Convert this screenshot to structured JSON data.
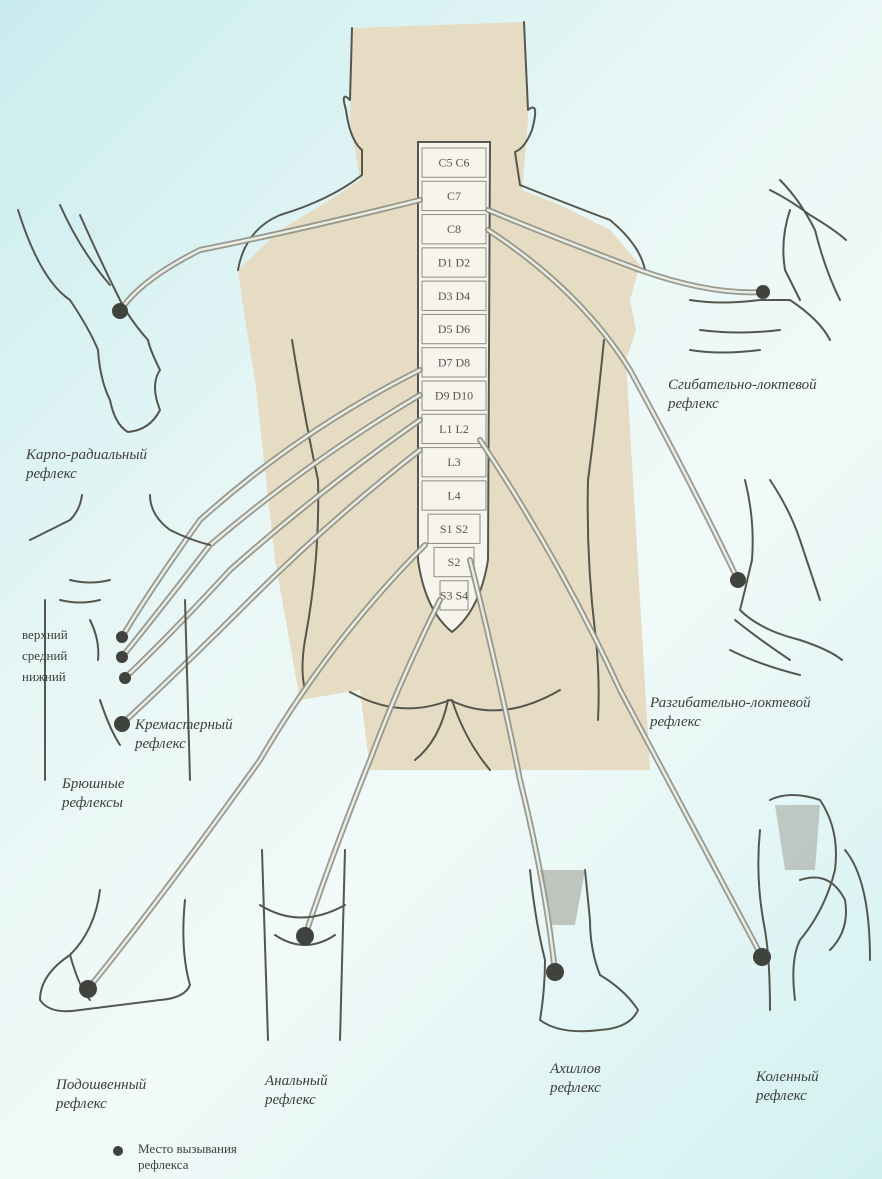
{
  "spine_segments": [
    "C5 C6",
    "C7",
    "C8",
    "D1 D2",
    "D3 D4",
    "D5 D6",
    "D7 D8",
    "D9 D10",
    "L1 L2",
    "L3",
    "L4",
    "S1 S2",
    "S2",
    "S3 S4"
  ],
  "labels": {
    "carporadial": [
      "Карпо-радиальный",
      "рефлекс"
    ],
    "flexor_elbow": [
      "Сгибательно-локтевой",
      "рефлекс"
    ],
    "extensor_elbow": [
      "Разгибательно-локтевой",
      "рефлекс"
    ],
    "abdominal": [
      "Брюшные",
      "рефлексы"
    ],
    "abdominal_upper": "верхний",
    "abdominal_middle": "средний",
    "abdominal_lower": "нижний",
    "cremaster": [
      "Кремастерный",
      "рефлекс"
    ],
    "plantar": [
      "Подошвенный",
      "рефлекс"
    ],
    "anal": [
      "Анальный",
      "рефлекс"
    ],
    "achilles": [
      "Ахиллов",
      "рефлекс"
    ],
    "knee": [
      "Коленный",
      "рефлекс"
    ]
  },
  "legend": {
    "dot_label": [
      "Место вызывания",
      "рефлекса"
    ],
    "dot_icon": "filled-circle"
  },
  "colors": {
    "body": "#e6dcc4",
    "outline": "#55574f",
    "nerve": "#8d8e84",
    "dot": "#3f423d"
  }
}
